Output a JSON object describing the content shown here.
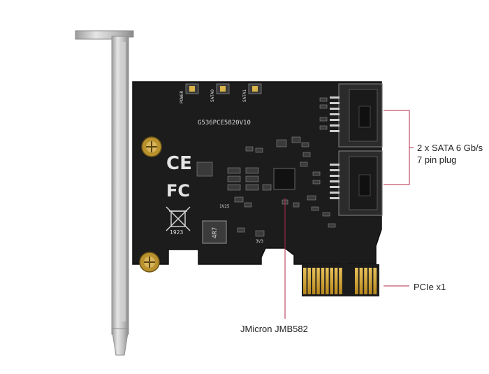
{
  "product_photo": {
    "board_marking": "G536PCE5820V10",
    "led_labels": [
      "POWER",
      "SATA0",
      "SATA1"
    ],
    "marks": [
      "CE",
      "FC"
    ],
    "misc_silk": [
      "1923",
      "3V3",
      "1V25",
      "4R7"
    ]
  },
  "callouts": {
    "sata_line1": "2 x SATA 6 Gb/s",
    "sata_line2": "7 pin plug",
    "pcie": "PCIe x1",
    "chip": "JMicron JMB582"
  },
  "colors": {
    "pcb": "#1c1c1c",
    "bracket": "#c9c9c9",
    "gold": "#d4a62a",
    "callout_line": "#b0284a"
  }
}
